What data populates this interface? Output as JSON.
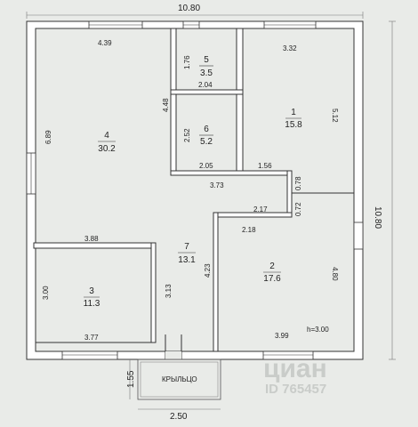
{
  "plan": {
    "overall_width": "10.80",
    "overall_height": "10.80",
    "porch_label": "КРЫЛЬЦО",
    "porch_width": "2.50",
    "porch_depth": "1.55",
    "ceiling_height": "h=3.00",
    "rooms": [
      {
        "id": "1",
        "area": "15.8"
      },
      {
        "id": "2",
        "area": "17.6"
      },
      {
        "id": "3",
        "area": "11.3"
      },
      {
        "id": "4",
        "area": "30.2"
      },
      {
        "id": "5",
        "area": "3.5"
      },
      {
        "id": "6",
        "area": "5.2"
      },
      {
        "id": "7",
        "area": "13.1"
      }
    ],
    "dims": {
      "r4_top": "4.39",
      "r4_left": "6.89",
      "r4_right": "4.48",
      "r5_side": "1.76",
      "r5_bottom": "2.04",
      "r6_side": "2.52",
      "r6_bottom": "2.05",
      "r1_top": "3.32",
      "r1_right": "5.12",
      "corr_a": "1.56",
      "corr_b": "3.73",
      "corr_c": "0.78",
      "corr_d": "2.17",
      "corr_e": "0.72",
      "r2_top": "2.18",
      "r2_left": "4.23",
      "r2_right": "4.80",
      "r2_bottom": "3.99",
      "r3_top": "3.88",
      "r3_left": "3.00",
      "r3_right": "3.13",
      "r3_bottom": "3.77"
    }
  },
  "watermark": {
    "brand": "циан",
    "listing_id": "ID 765457"
  }
}
